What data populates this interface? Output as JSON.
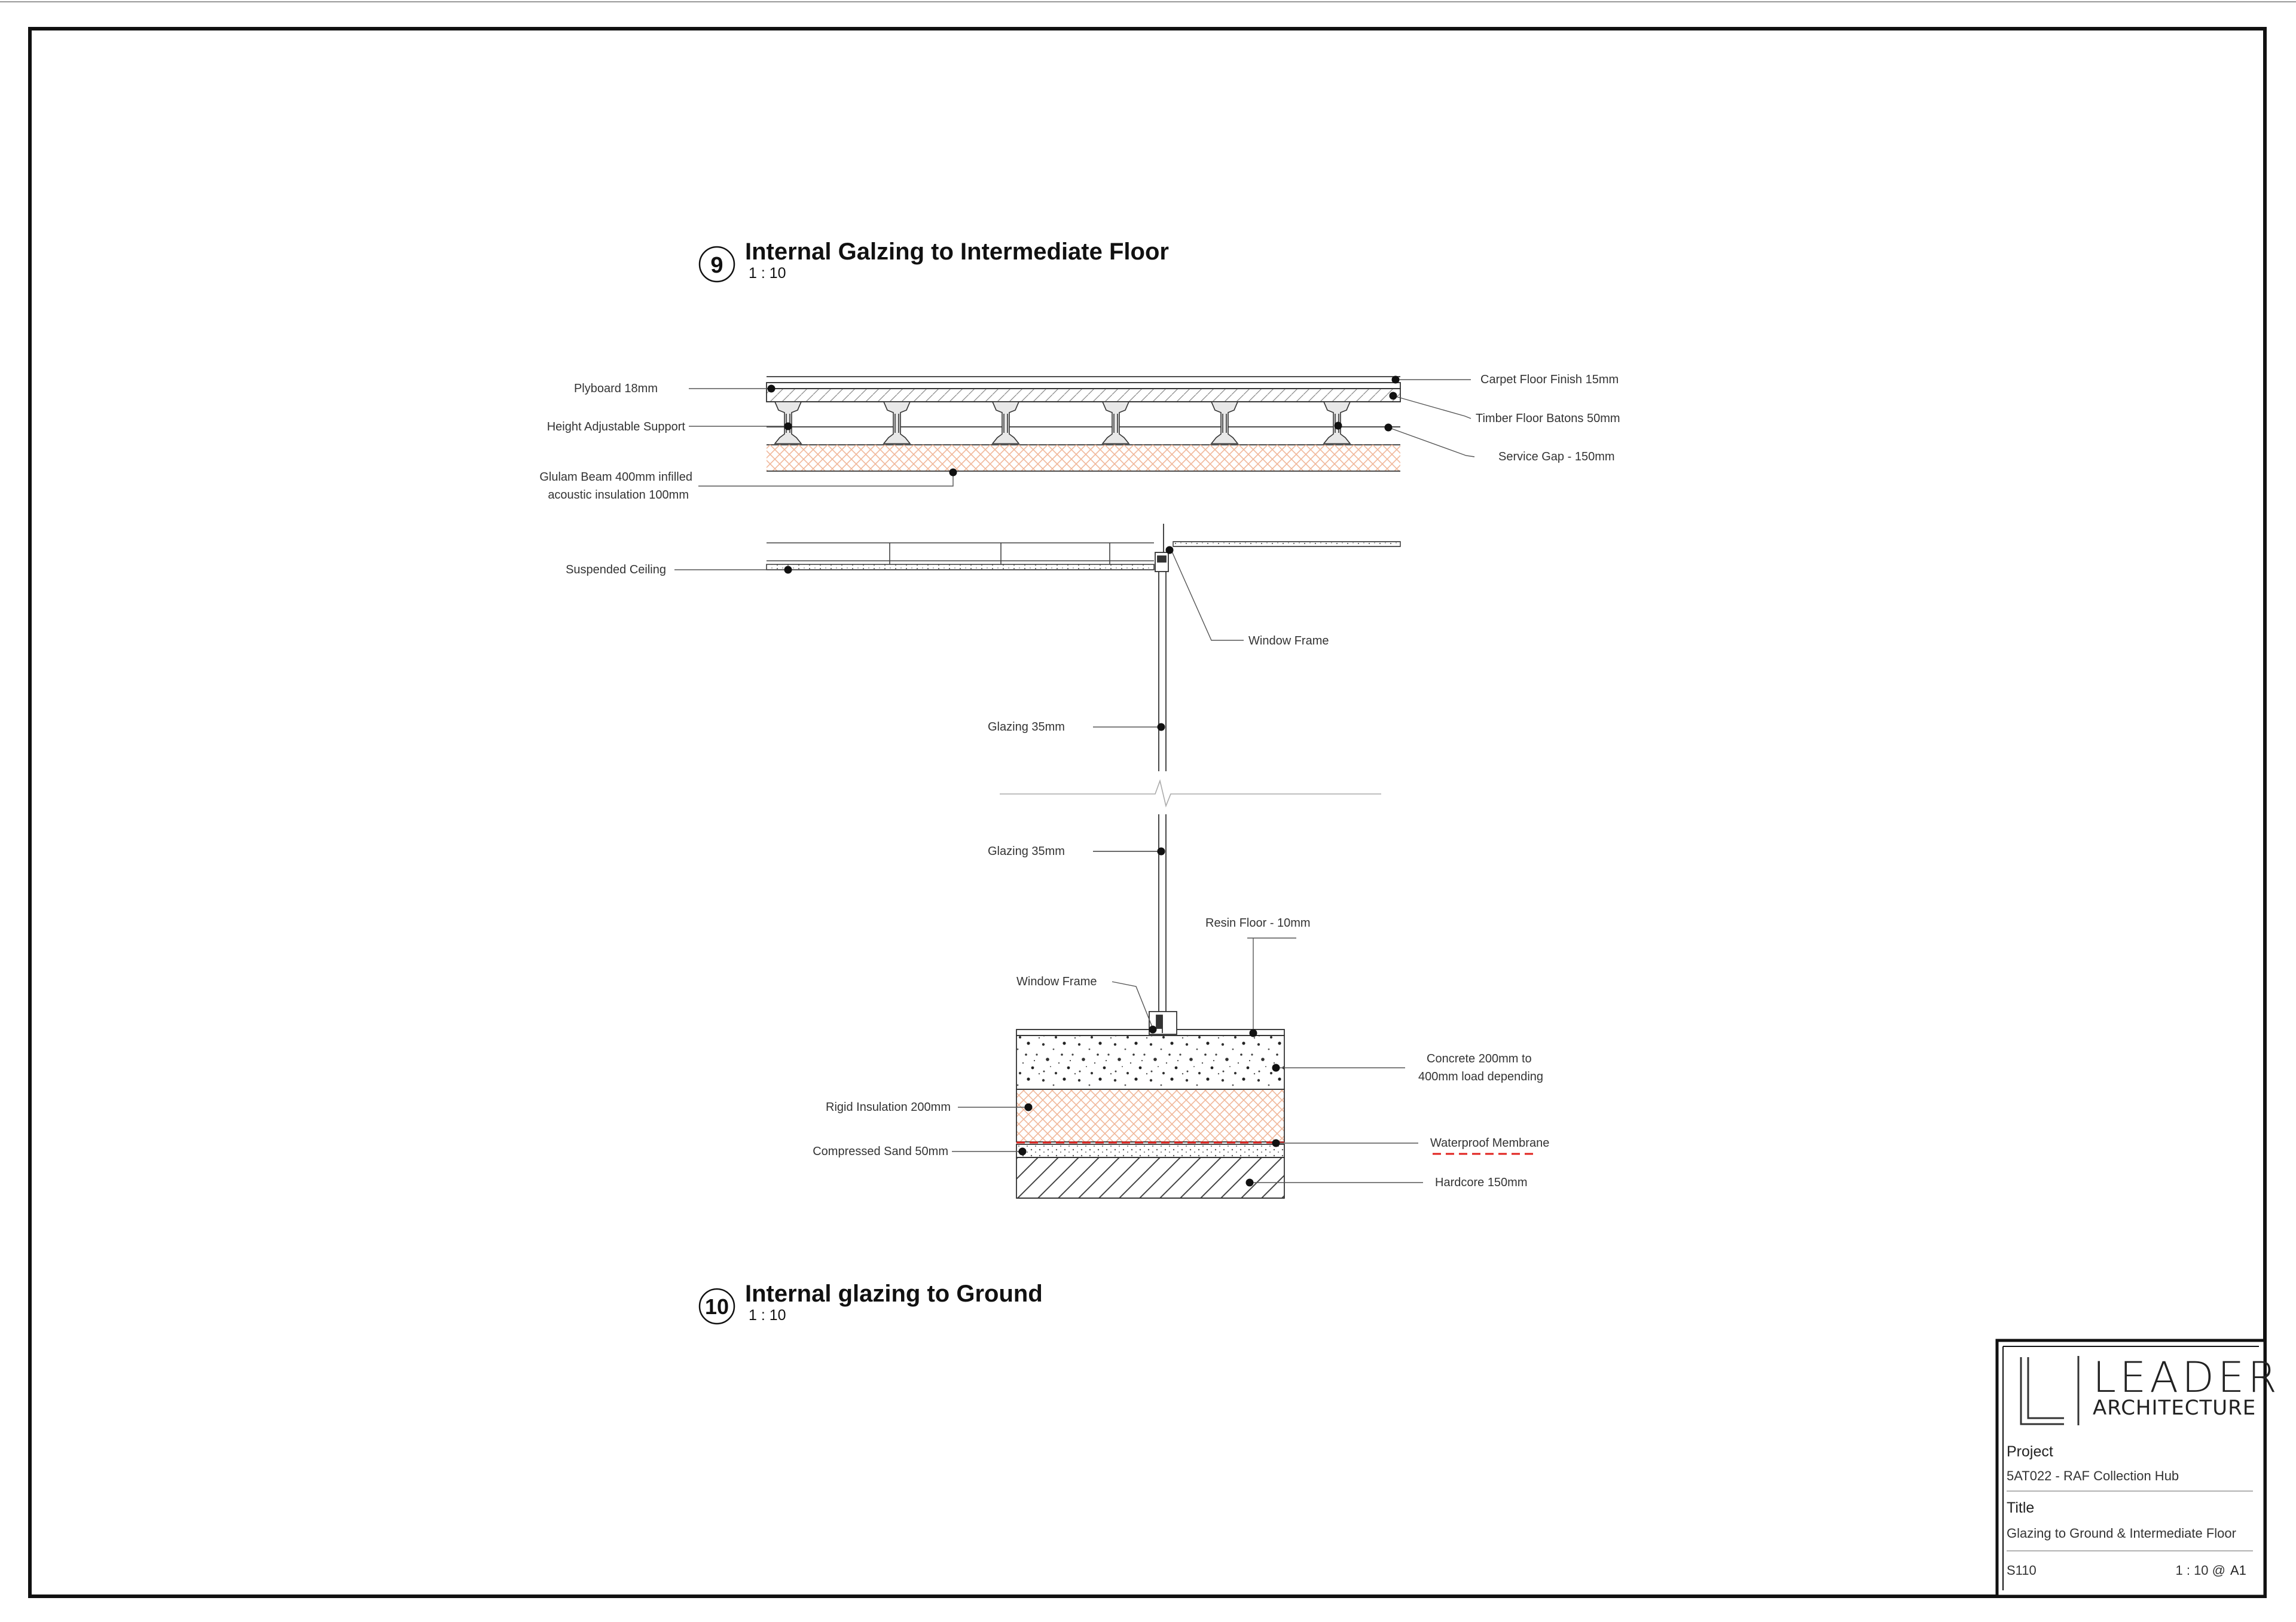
{
  "detail9": {
    "number": "9",
    "title": "Internal Galzing to Intermediate Floor",
    "scale": "1 : 10",
    "labels": {
      "plyboard": "Plyboard 18mm",
      "height_support": "Height Adjustable Support",
      "glulam_1": "Glulam Beam 400mm infilled",
      "glulam_2": "acoustic insulation  100mm",
      "suspended_ceiling": "Suspended Ceiling",
      "carpet": "Carpet Floor Finish 15mm",
      "batons": "Timber Floor Batons 50mm",
      "service_gap": "Service Gap - 150mm",
      "window_frame": "Window Frame",
      "glazing": "Glazing 35mm"
    }
  },
  "detail10": {
    "number": "10",
    "title": "Internal glazing to Ground",
    "scale": "1 : 10",
    "labels": {
      "glazing": "Glazing 35mm",
      "resin": "Resin Floor - 10mm",
      "window_frame": "Window Frame",
      "concrete_1": "Concrete  200mm to",
      "concrete_2": "400mm load depending",
      "rigid": "Rigid Insulation 200mm",
      "sand": "Compressed Sand 50mm",
      "membrane": "Waterproof Membrane",
      "hardcore": "Hardcore 150mm"
    }
  },
  "title_block": {
    "logo_line1": "LEADER",
    "logo_line2": "ARCHITECTURE",
    "project_heading": "Project",
    "project_value": "5AT022 - RAF Collection Hub",
    "title_heading": "Title",
    "title_value": "Glazing to Ground & Intermediate Floor",
    "sheet_number": "S110",
    "scale_value": "1 : 10 @",
    "paper_size": "A1"
  },
  "colors": {
    "line": "#333333",
    "insulation_hatch": "#f0b89a",
    "membrane": "#e0201c"
  }
}
